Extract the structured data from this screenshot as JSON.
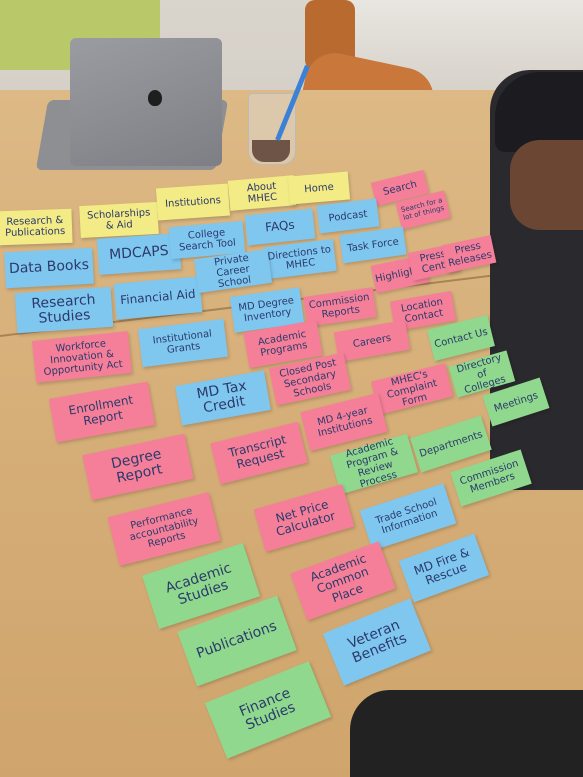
{
  "cards": {
    "research_publications": "Research & Publications",
    "scholarships_aid": "Scholarships & Aid",
    "institutions": "Institutions",
    "about_mhec": "About MHEC",
    "home": "Home",
    "search": "Search",
    "search_sub": "Search for a lot of things",
    "data_books": "Data Books",
    "mdcaps": "MDCAPS",
    "college_search_tool": "College Search Tool",
    "faqs": "FAQs",
    "podcast": "Podcast",
    "directions_to_mhec": "Directions to MHEC",
    "task_force": "Task Force",
    "highlights": "Highlights",
    "press_center": "Press Cent.",
    "press_releases": "Press Releases",
    "research_studies": "Research Studies",
    "financial_aid": "Financial Aid",
    "private_career_school": "Private Career School",
    "md_degree_inventory": "MD Degree Inventory",
    "commission_reports": "Commission Reports",
    "location_contact": "Location Contact",
    "workforce_act": "Workforce Innovation & Opportunity Act",
    "institutional_grants": "Institutional Grants",
    "academic_programs": "Academic Programs",
    "careers": "Careers",
    "contact_us": "Contact Us",
    "closed_post_secondary": "Closed Post Secondary Schools",
    "mhecs_complaint_form": "MHEC's Complaint Form",
    "directory_of_colleges": "Directory of Colleges",
    "meetings": "Meetings",
    "enrollment_report": "Enrollment Report",
    "md_tax_credit": "MD Tax Credit",
    "md_4yr_institutions": "MD 4-year Institutions",
    "degree_report": "Degree Report",
    "transcript_request": "Transcript Request",
    "academic_review_process": "Academic Program & Review Process",
    "departments": "Departments",
    "commission_members": "Commission Members",
    "performance_reports": "Performance accountability Reports",
    "net_price_calculator": "Net Price Calculator",
    "trade_school_information": "Trade School Information",
    "academic_studies": "Academic Studies",
    "academic_common_place": "Academic Common Place",
    "md_fire_rescue": "MD Fire & Rescue",
    "publications": "Publications",
    "veteran_benefits": "Veteran Benefits",
    "finance_studies": "Finance Studies"
  },
  "colors": {
    "yellow": "#f3eb85",
    "blue": "#7fc7ef",
    "pink": "#f57f99",
    "green": "#8fd88d",
    "table": "#d5ad77"
  }
}
